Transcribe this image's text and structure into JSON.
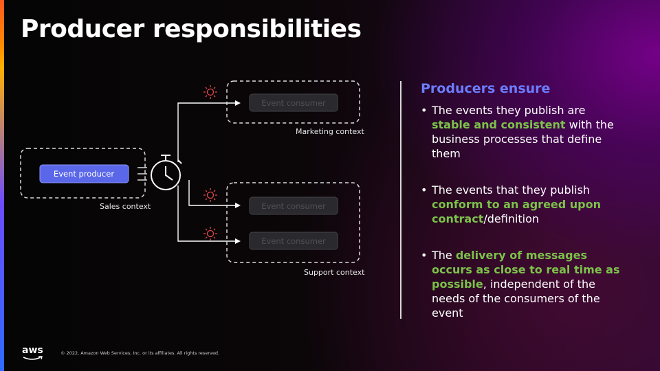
{
  "slide": {
    "title": "Producer responsibilities"
  },
  "diagram": {
    "producer": {
      "button_label": "Event producer",
      "context_label": "Sales context"
    },
    "marketing": {
      "consumer_label": "Event consumer",
      "context_label": "Marketing context"
    },
    "support": {
      "consumer_labels": [
        "Event consumer",
        "Event consumer"
      ],
      "context_label": "Support context"
    },
    "icons": {
      "timer": "stopwatch-icon",
      "event": "sun-event-icon"
    },
    "colors": {
      "producer_button": "#5a67e8",
      "event_icon": "#e5484d",
      "consumer_button": "#2a2a2e"
    }
  },
  "panel": {
    "heading": "Producers ensure",
    "bullets": [
      {
        "pre": "The events they publish are ",
        "hl": "stable and consistent",
        "post": " with the business processes that define them"
      },
      {
        "pre": "The events that they publish ",
        "hl": "conform to an agreed upon contract",
        "post": "/definition"
      },
      {
        "pre": "The ",
        "hl": "delivery of messages occurs as close to real time as possible",
        "post": ", independent of the needs of the consumers of the event"
      }
    ],
    "colors": {
      "heading": "#6c7dff",
      "highlight": "#7cc24a"
    }
  },
  "footer": {
    "logo_text": "aws",
    "copyright": "© 2022, Amazon Web Services, Inc. or its affiliates. All rights reserved."
  }
}
